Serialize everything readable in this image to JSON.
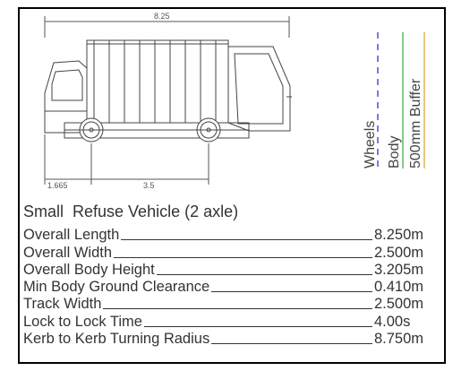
{
  "dimensions": {
    "overall_length_label": "8.25",
    "front_overhang_label": "1.665",
    "wheelbase_label": "3.5"
  },
  "legend": {
    "items": [
      {
        "label": "Wheels",
        "color": "#2222cc",
        "style": "dashed"
      },
      {
        "label": "Body",
        "color": "#33aa33",
        "style": "solid"
      },
      {
        "label": "500mm Buffer",
        "color": "#e0a020",
        "style": "solid"
      }
    ]
  },
  "vehicle": {
    "name": "Small  Refuse Vehicle (2 axle)"
  },
  "specs": [
    {
      "label": "Overall Length",
      "value": "8.250m"
    },
    {
      "label": "Overall Width",
      "value": "2.500m"
    },
    {
      "label": "Overall Body Height",
      "value": "3.205m"
    },
    {
      "label": "Min Body Ground Clearance",
      "value": "0.410m"
    },
    {
      "label": "Track Width",
      "value": "2.500m"
    },
    {
      "label": "Lock to Lock Time",
      "value": "4.00s"
    },
    {
      "label": "Kerb to Kerb Turning Radius",
      "value": "8.750m"
    }
  ]
}
